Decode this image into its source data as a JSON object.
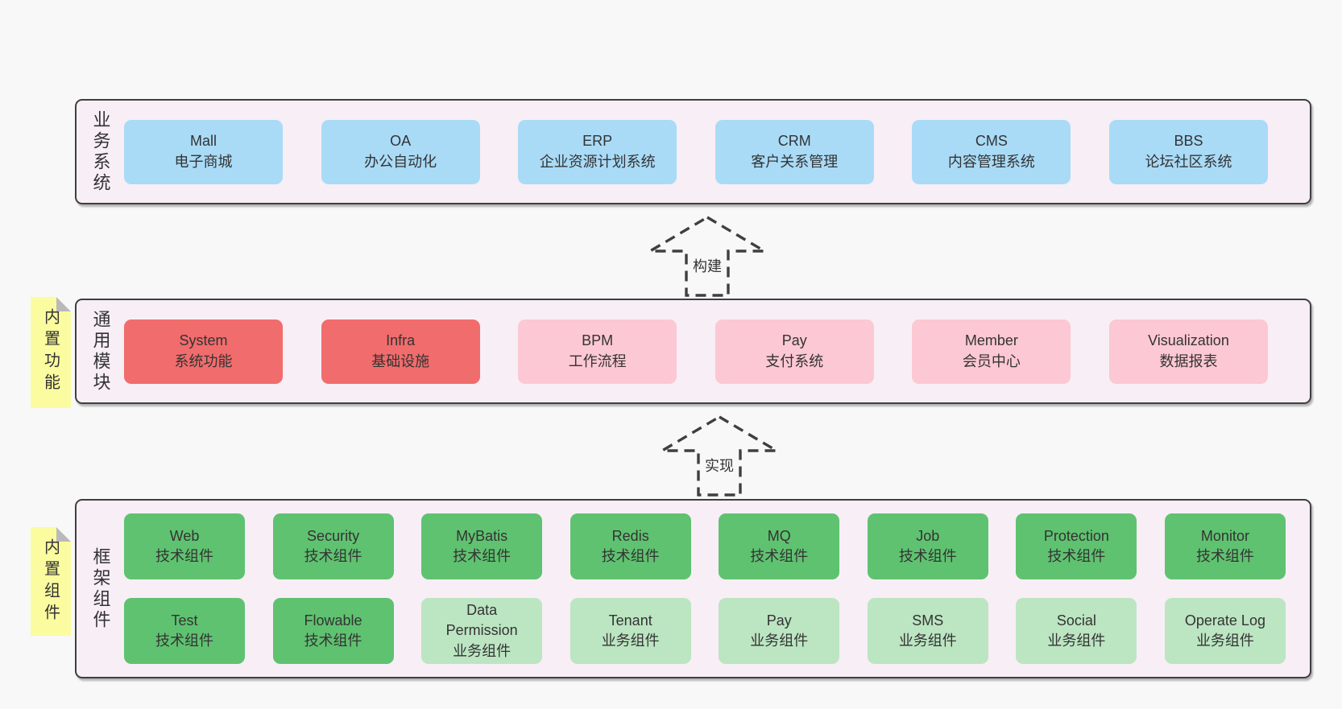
{
  "colors": {
    "page_bg": "#f8f8f8",
    "panel_bg": "#f8eef6",
    "panel_border": "#3f3f3f",
    "blue": "#a9dbf7",
    "red": "#f16c6c",
    "pink": "#fcc8d3",
    "green": "#5fc270",
    "green_light": "#bce5c2",
    "note_yellow": "#fbfc9f",
    "note_fold": "#b9b9bb",
    "text": "#333333"
  },
  "layers": [
    {
      "label": "业务系统",
      "rows": [
        [
          {
            "name": "Mall",
            "desc": "电子商城",
            "tone": "blue"
          },
          {
            "name": "OA",
            "desc": "办公自动化",
            "tone": "blue"
          },
          {
            "name": "ERP",
            "desc": "企业资源计划系统",
            "tone": "blue"
          },
          {
            "name": "CRM",
            "desc": "客户关系管理",
            "tone": "blue"
          },
          {
            "name": "CMS",
            "desc": "内容管理系统",
            "tone": "blue"
          },
          {
            "name": "BBS",
            "desc": "论坛社区系统",
            "tone": "blue"
          }
        ]
      ]
    },
    {
      "label": "通用模块",
      "note": "内置功能",
      "rows": [
        [
          {
            "name": "System",
            "desc": "系统功能",
            "tone": "red"
          },
          {
            "name": "Infra",
            "desc": "基础设施",
            "tone": "red"
          },
          {
            "name": "BPM",
            "desc": "工作流程",
            "tone": "pink"
          },
          {
            "name": "Pay",
            "desc": "支付系统",
            "tone": "pink"
          },
          {
            "name": "Member",
            "desc": "会员中心",
            "tone": "pink"
          },
          {
            "name": "Visualization",
            "desc": "数据报表",
            "tone": "pink"
          }
        ]
      ]
    },
    {
      "label": "框架组件",
      "note": "内置组件",
      "rows": [
        [
          {
            "name": "Web",
            "desc": "技术组件",
            "tone": "green"
          },
          {
            "name": "Security",
            "desc": "技术组件",
            "tone": "green"
          },
          {
            "name": "MyBatis",
            "desc": "技术组件",
            "tone": "green"
          },
          {
            "name": "Redis",
            "desc": "技术组件",
            "tone": "green"
          },
          {
            "name": "MQ",
            "desc": "技术组件",
            "tone": "green"
          },
          {
            "name": "Job",
            "desc": "技术组件",
            "tone": "green"
          },
          {
            "name": "Protection",
            "desc": "技术组件",
            "tone": "green"
          },
          {
            "name": "Monitor",
            "desc": "技术组件",
            "tone": "green"
          }
        ],
        [
          {
            "name": "Test",
            "desc": "技术组件",
            "tone": "green"
          },
          {
            "name": "Flowable",
            "desc": "技术组件",
            "tone": "green"
          },
          {
            "name": "Data Permission",
            "desc": "业务组件",
            "tone": "green-light"
          },
          {
            "name": "Tenant",
            "desc": "业务组件",
            "tone": "green-light"
          },
          {
            "name": "Pay",
            "desc": "业务组件",
            "tone": "green-light"
          },
          {
            "name": "SMS",
            "desc": "业务组件",
            "tone": "green-light"
          },
          {
            "name": "Social",
            "desc": "业务组件",
            "tone": "green-light"
          },
          {
            "name": "Operate Log",
            "desc": "业务组件",
            "tone": "green-light"
          }
        ]
      ]
    }
  ],
  "arrows": [
    {
      "label": "构建"
    },
    {
      "label": "实现"
    }
  ]
}
